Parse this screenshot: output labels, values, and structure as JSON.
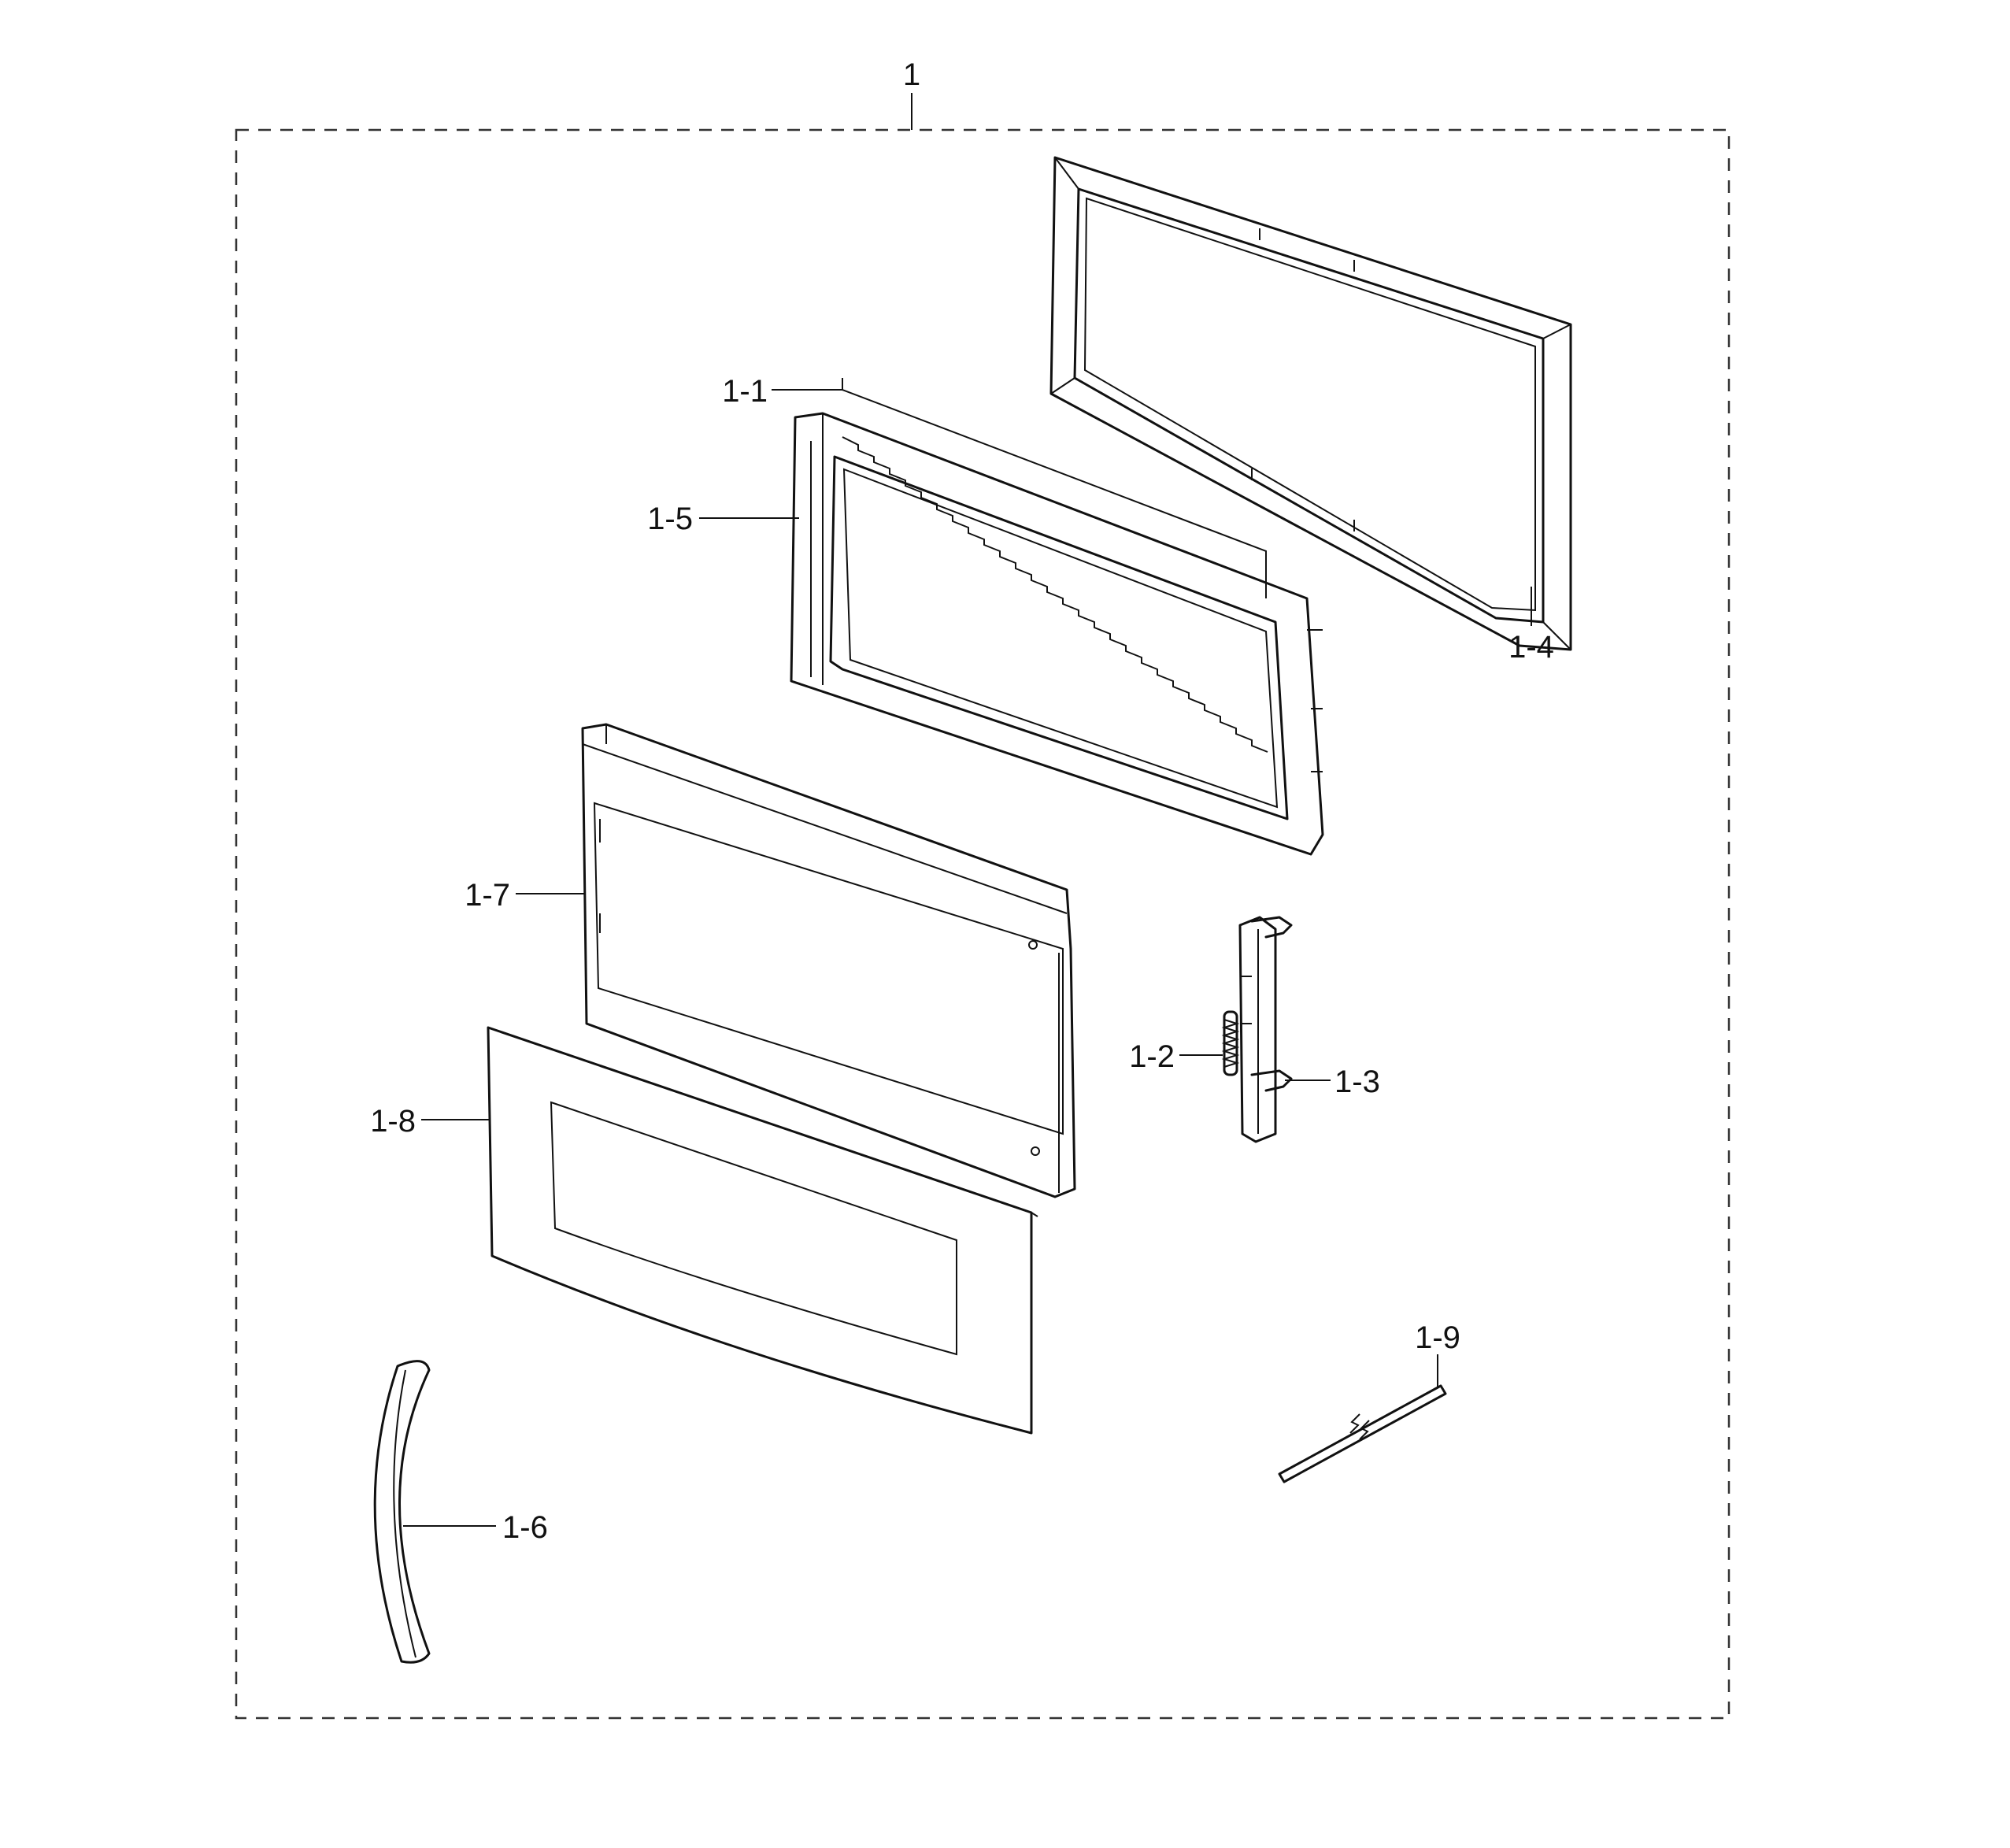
{
  "assembly_label": "1",
  "callouts": {
    "p1_1": "1-1",
    "p1_2": "1-2",
    "p1_3": "1-3",
    "p1_4": "1-4",
    "p1_5": "1-5",
    "p1_6": "1-6",
    "p1_7": "1-7",
    "p1_8": "1-8",
    "p1_9": "1-9"
  }
}
